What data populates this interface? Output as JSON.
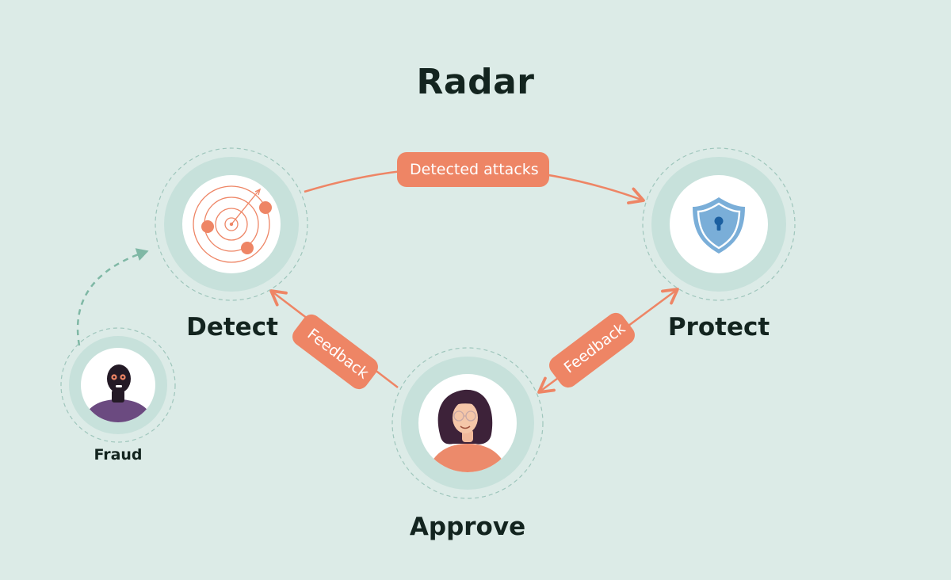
{
  "title": "Radar",
  "nodes": {
    "detect": {
      "label": "Detect",
      "icon": "radar-icon"
    },
    "protect": {
      "label": "Protect",
      "icon": "shield-lock-icon"
    },
    "approve": {
      "label": "Approve",
      "icon": "woman-avatar-icon"
    },
    "fraud": {
      "label": "Fraud",
      "icon": "masked-fraudster-icon"
    }
  },
  "edges": {
    "detected_attacks": "Detected attacks",
    "feedback_left": "Feedback",
    "feedback_right": "Feedback"
  },
  "colors": {
    "background": "#dcebe7",
    "accent": "#ee8565",
    "text": "#13241f",
    "halo": "#c7e1db",
    "dashed_arrow": "#7fb8a5",
    "shield": "#7aaed8"
  }
}
